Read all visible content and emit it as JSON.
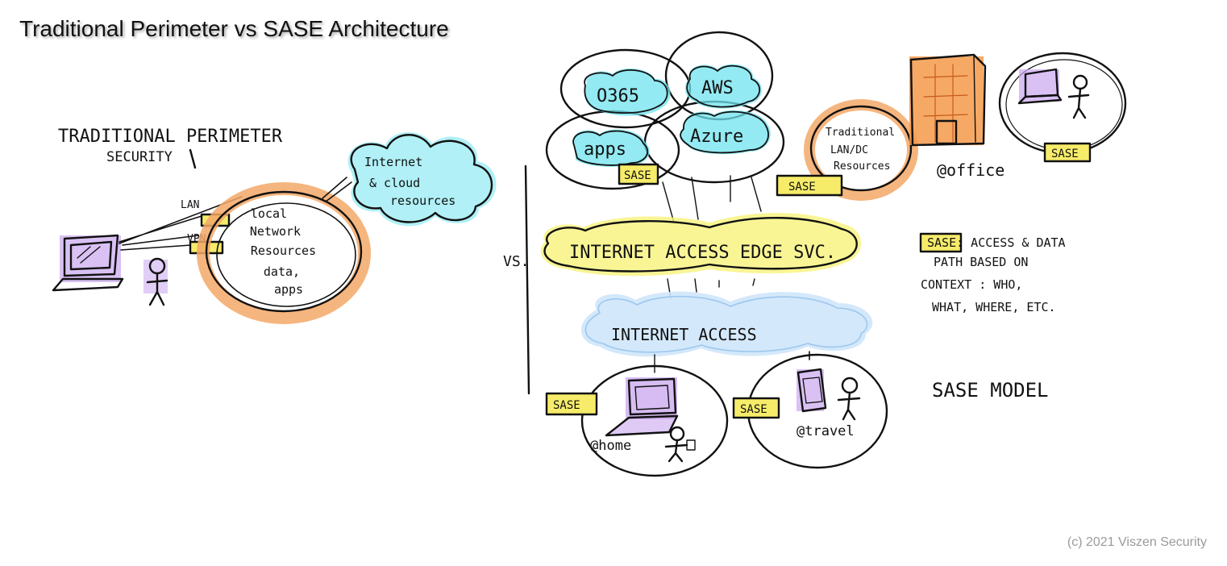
{
  "title": "Traditional Perimeter vs SASE Architecture",
  "copyright": "(c) 2021 Viszen Security",
  "colors": {
    "cloud_cyan": "#6fe3ee",
    "edge_yellow": "#f7f27a",
    "sase_tag": "#f6ec6a",
    "device_purple": "#c9a6ef",
    "ring_orange": "#f3a867",
    "internet_blue": "#cfe6fb",
    "building_orange": "#f49a4a"
  },
  "traditional": {
    "heading_line1": "TRADITIONAL PERIMETER",
    "heading_line2": "SECURITY",
    "lan_label": "LAN",
    "vpn_label": "VPN",
    "local": [
      "local",
      "Network",
      "Resources",
      "data,",
      "apps"
    ],
    "cloud": [
      "Internet",
      "& cloud",
      "resources"
    ]
  },
  "vs_label": "VS.",
  "sase": {
    "clouds": {
      "o365": "O365",
      "aws": "AWS",
      "apps": "apps",
      "azure": "Azure"
    },
    "tag_label": "SASE",
    "edge_label": "INTERNET ACCESS EDGE SVC.",
    "internet_label": "INTERNET ACCESS",
    "datacenter": [
      "Traditional",
      "LAN/DC",
      "Resources"
    ],
    "office_label": "@office",
    "home_label": "@home",
    "travel_label": "@travel",
    "legend": [
      "SASE: ACCESS & DATA",
      "PATH BASED ON",
      "CONTEXT : WHO,",
      "WHAT, WHERE, ETC."
    ],
    "model_label": "SASE MODEL"
  }
}
